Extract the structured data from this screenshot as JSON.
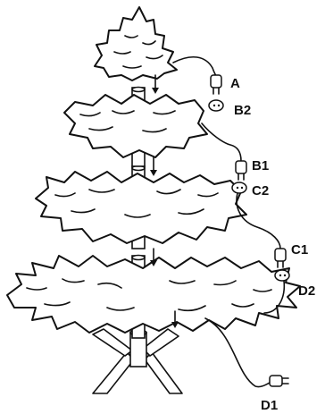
{
  "labels": {
    "A": "A",
    "B1": "B1",
    "B2": "B2",
    "C1": "C1",
    "C2": "C2",
    "D1": "D1",
    "D2": "D2"
  },
  "colors": {
    "line": "#111111",
    "background": "#ffffff"
  },
  "icons": [
    "down-arrow-icon",
    "male-plug-icon",
    "female-socket-icon"
  ]
}
